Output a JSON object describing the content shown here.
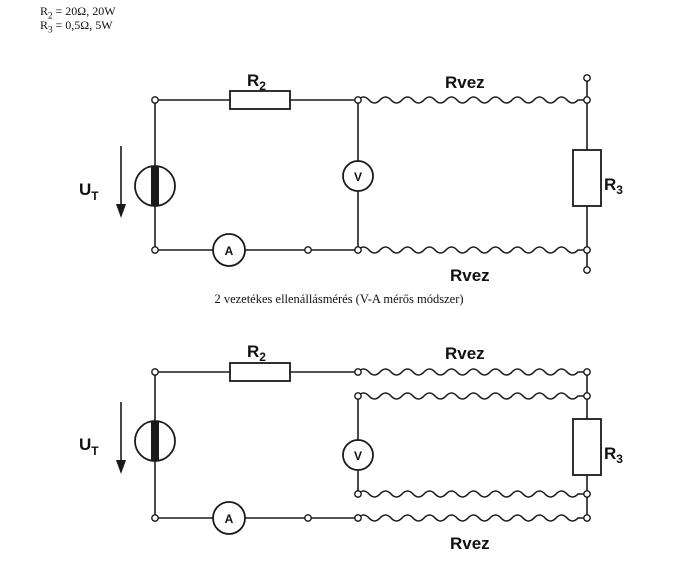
{
  "spec": {
    "r2": {
      "name": "R",
      "sub": "2",
      "value": " = 20Ω, 20W"
    },
    "r3": {
      "name": "R",
      "sub": "3",
      "value": " = 0,5Ω, 5W"
    }
  },
  "caption": "2 vezetékes ellenállásmérés (V-A mérős módszer)",
  "labels": {
    "r2": "R",
    "r2_sub": "2",
    "r3": "R",
    "r3_sub": "3",
    "ut": "U",
    "ut_sub": "T",
    "rvez": "Rvez",
    "voltmeter": "V",
    "ammeter": "A"
  }
}
